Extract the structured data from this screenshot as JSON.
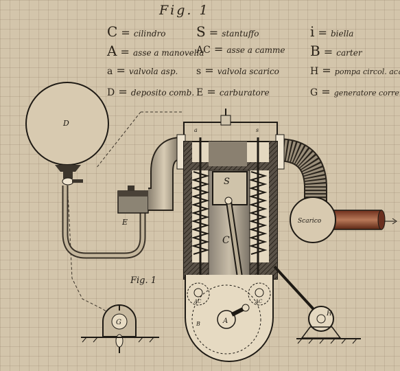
{
  "figure_title": "Fig. 1",
  "figure_caption": "Fig. 1",
  "legend": [
    {
      "key": "C",
      "text": "cilindro"
    },
    {
      "key": "S",
      "text": "stantuffo"
    },
    {
      "key": "i",
      "text": "biella"
    },
    {
      "key": "A",
      "text": "asse a manovella"
    },
    {
      "key": "AC",
      "text": "asse a camme"
    },
    {
      "key": "B",
      "text": "carter"
    },
    {
      "key": "a",
      "text": "valvola asp."
    },
    {
      "key": "s",
      "text": "valvola scarico"
    },
    {
      "key": "H",
      "text": "pompa circol. acqua"
    },
    {
      "key": "D",
      "text": "deposito comb."
    },
    {
      "key": "E",
      "text": "carburatore"
    },
    {
      "key": "G",
      "text": "generatore corrente"
    }
  ],
  "labels": {
    "tank": "D",
    "carburetor": "E",
    "cylinder": "C",
    "piston": "S",
    "crankshaft": "A",
    "crankcase": "B",
    "exhaust": "Scarico",
    "pump": "H",
    "generator": "G",
    "cam_left": "AC",
    "cam_right": "AC",
    "valve_left": "a",
    "valve_right": "s"
  }
}
